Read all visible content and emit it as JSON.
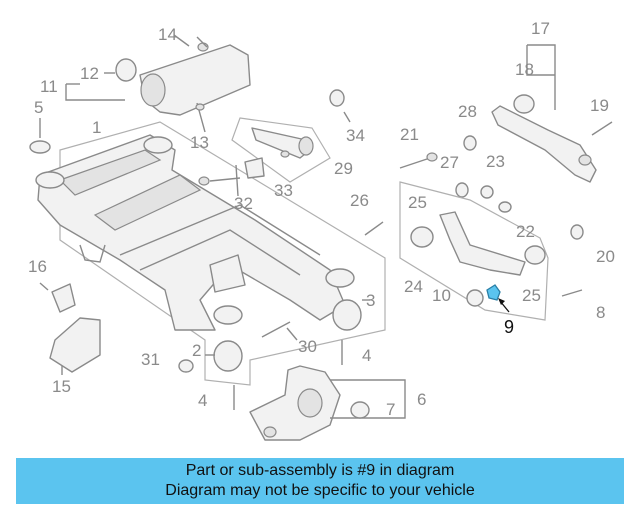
{
  "diagram": {
    "highlight_color": "#5bc4ef",
    "callouts": {
      "c1": "1",
      "c2": "2",
      "c3": "3",
      "c4a": "4",
      "c4b": "4",
      "c5": "5",
      "c6": "6",
      "c7": "7",
      "c8": "8",
      "c9": "9",
      "c10": "10",
      "c11": "11",
      "c12": "12",
      "c13": "13",
      "c14": "14",
      "c15": "15",
      "c16": "16",
      "c17": "17",
      "c18": "18",
      "c19": "19",
      "c20": "20",
      "c21": "21",
      "c22": "22",
      "c23": "23",
      "c24": "24",
      "c25a": "25",
      "c25b": "25",
      "c26": "26",
      "c27": "27",
      "c28": "28",
      "c29": "29",
      "c30": "30",
      "c31": "31",
      "c32": "32",
      "c33": "33",
      "c34": "34"
    }
  },
  "banner": {
    "line1": "Part or sub-assembly is #9 in diagram",
    "line2": "Diagram may not be specific to your vehicle"
  }
}
